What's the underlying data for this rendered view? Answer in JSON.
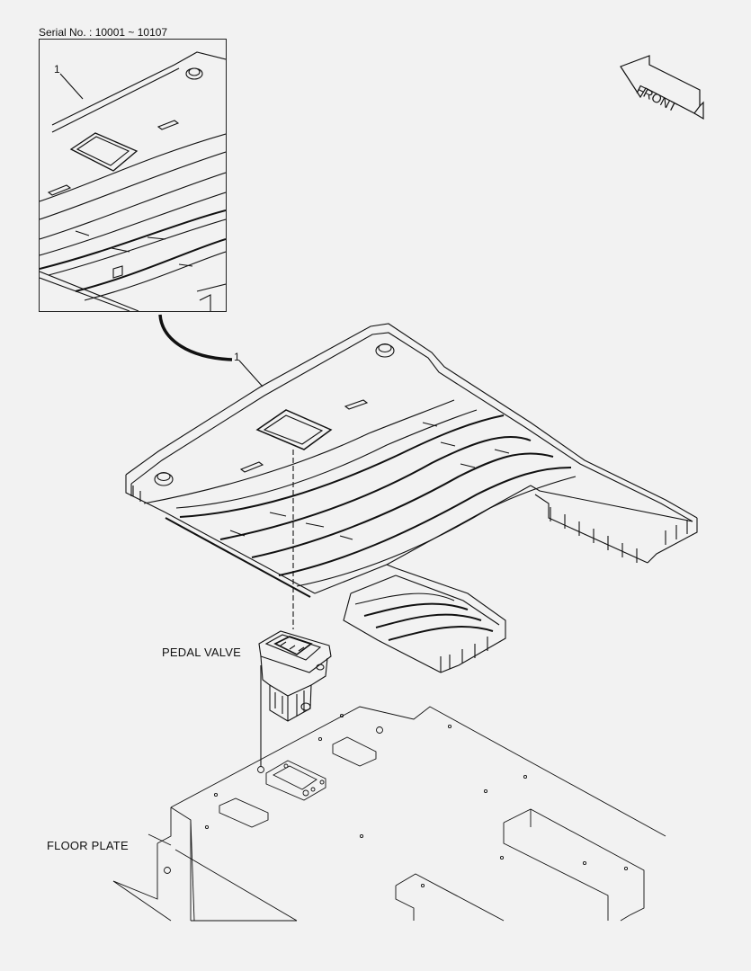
{
  "serial_label": "Serial No. : 10001 ~ 10107",
  "callouts": {
    "inset_part": "1",
    "main_part": "1"
  },
  "labels": {
    "pedal_valve": "PEDAL VALVE",
    "floor_plate": "FLOOR PLATE",
    "front_arrow": "FRONT"
  },
  "colors": {
    "background": "#f2f2f2",
    "line": "#111111"
  }
}
